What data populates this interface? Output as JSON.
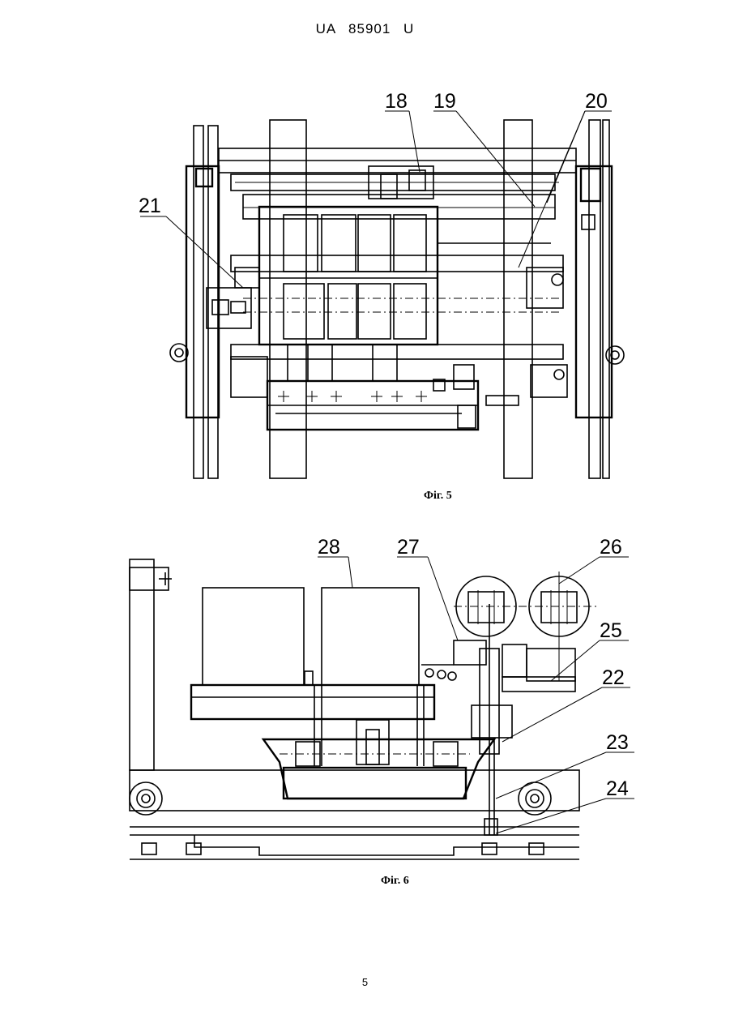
{
  "header": {
    "text": "UA   85901   U"
  },
  "figures": [
    {
      "id": "fig5",
      "caption": "Фіг. 5",
      "labels": [
        "18",
        "19",
        "20",
        "21"
      ]
    },
    {
      "id": "fig6",
      "caption": "Фіг. 6",
      "labels": [
        "22",
        "23",
        "24",
        "25",
        "26",
        "27",
        "28"
      ]
    }
  ],
  "page_number": "5"
}
